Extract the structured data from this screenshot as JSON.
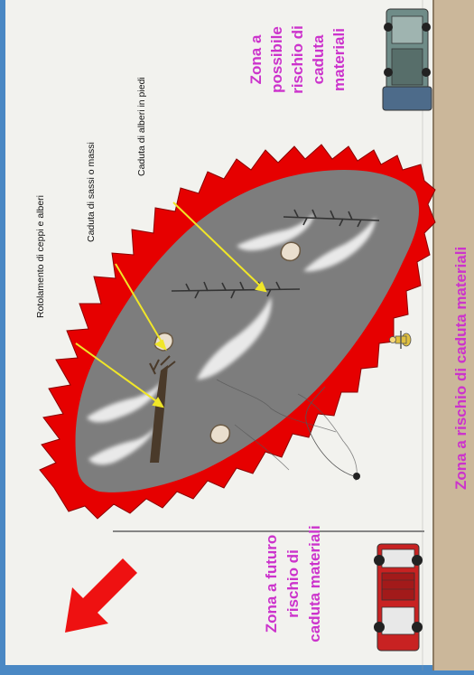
{
  "diagram": {
    "zones": {
      "possible_risk": [
        "Zona a",
        "possibile",
        "rischio di",
        "caduta",
        "materiali"
      ],
      "risk": "Zona a rischio di caduta materiali",
      "future_risk": [
        "Zona a futuro",
        "rischio di",
        "caduta materiali"
      ]
    },
    "hazards": {
      "rolling": "Rotolamento di ceppi e alberi",
      "stones": "Caduta di sassi o massi",
      "trees": "Caduta di alberi in piedi"
    },
    "colors": {
      "fire": "#e60000",
      "burnt_area": "#7d7d7d",
      "zone_text": "#cc33cc",
      "ground": "#cbb79a",
      "background": "#f2f2ee",
      "arrow": "#f0e628",
      "direction_arrow": "#ee1111",
      "frame": "#4a88c4"
    },
    "icons": [
      "fire-front-icon",
      "smoke-icon",
      "boulder-icon",
      "fallen-tree-icon",
      "standing-tree-icon",
      "firefighter-icon",
      "fire-truck-icon",
      "direction-arrow-icon"
    ]
  }
}
